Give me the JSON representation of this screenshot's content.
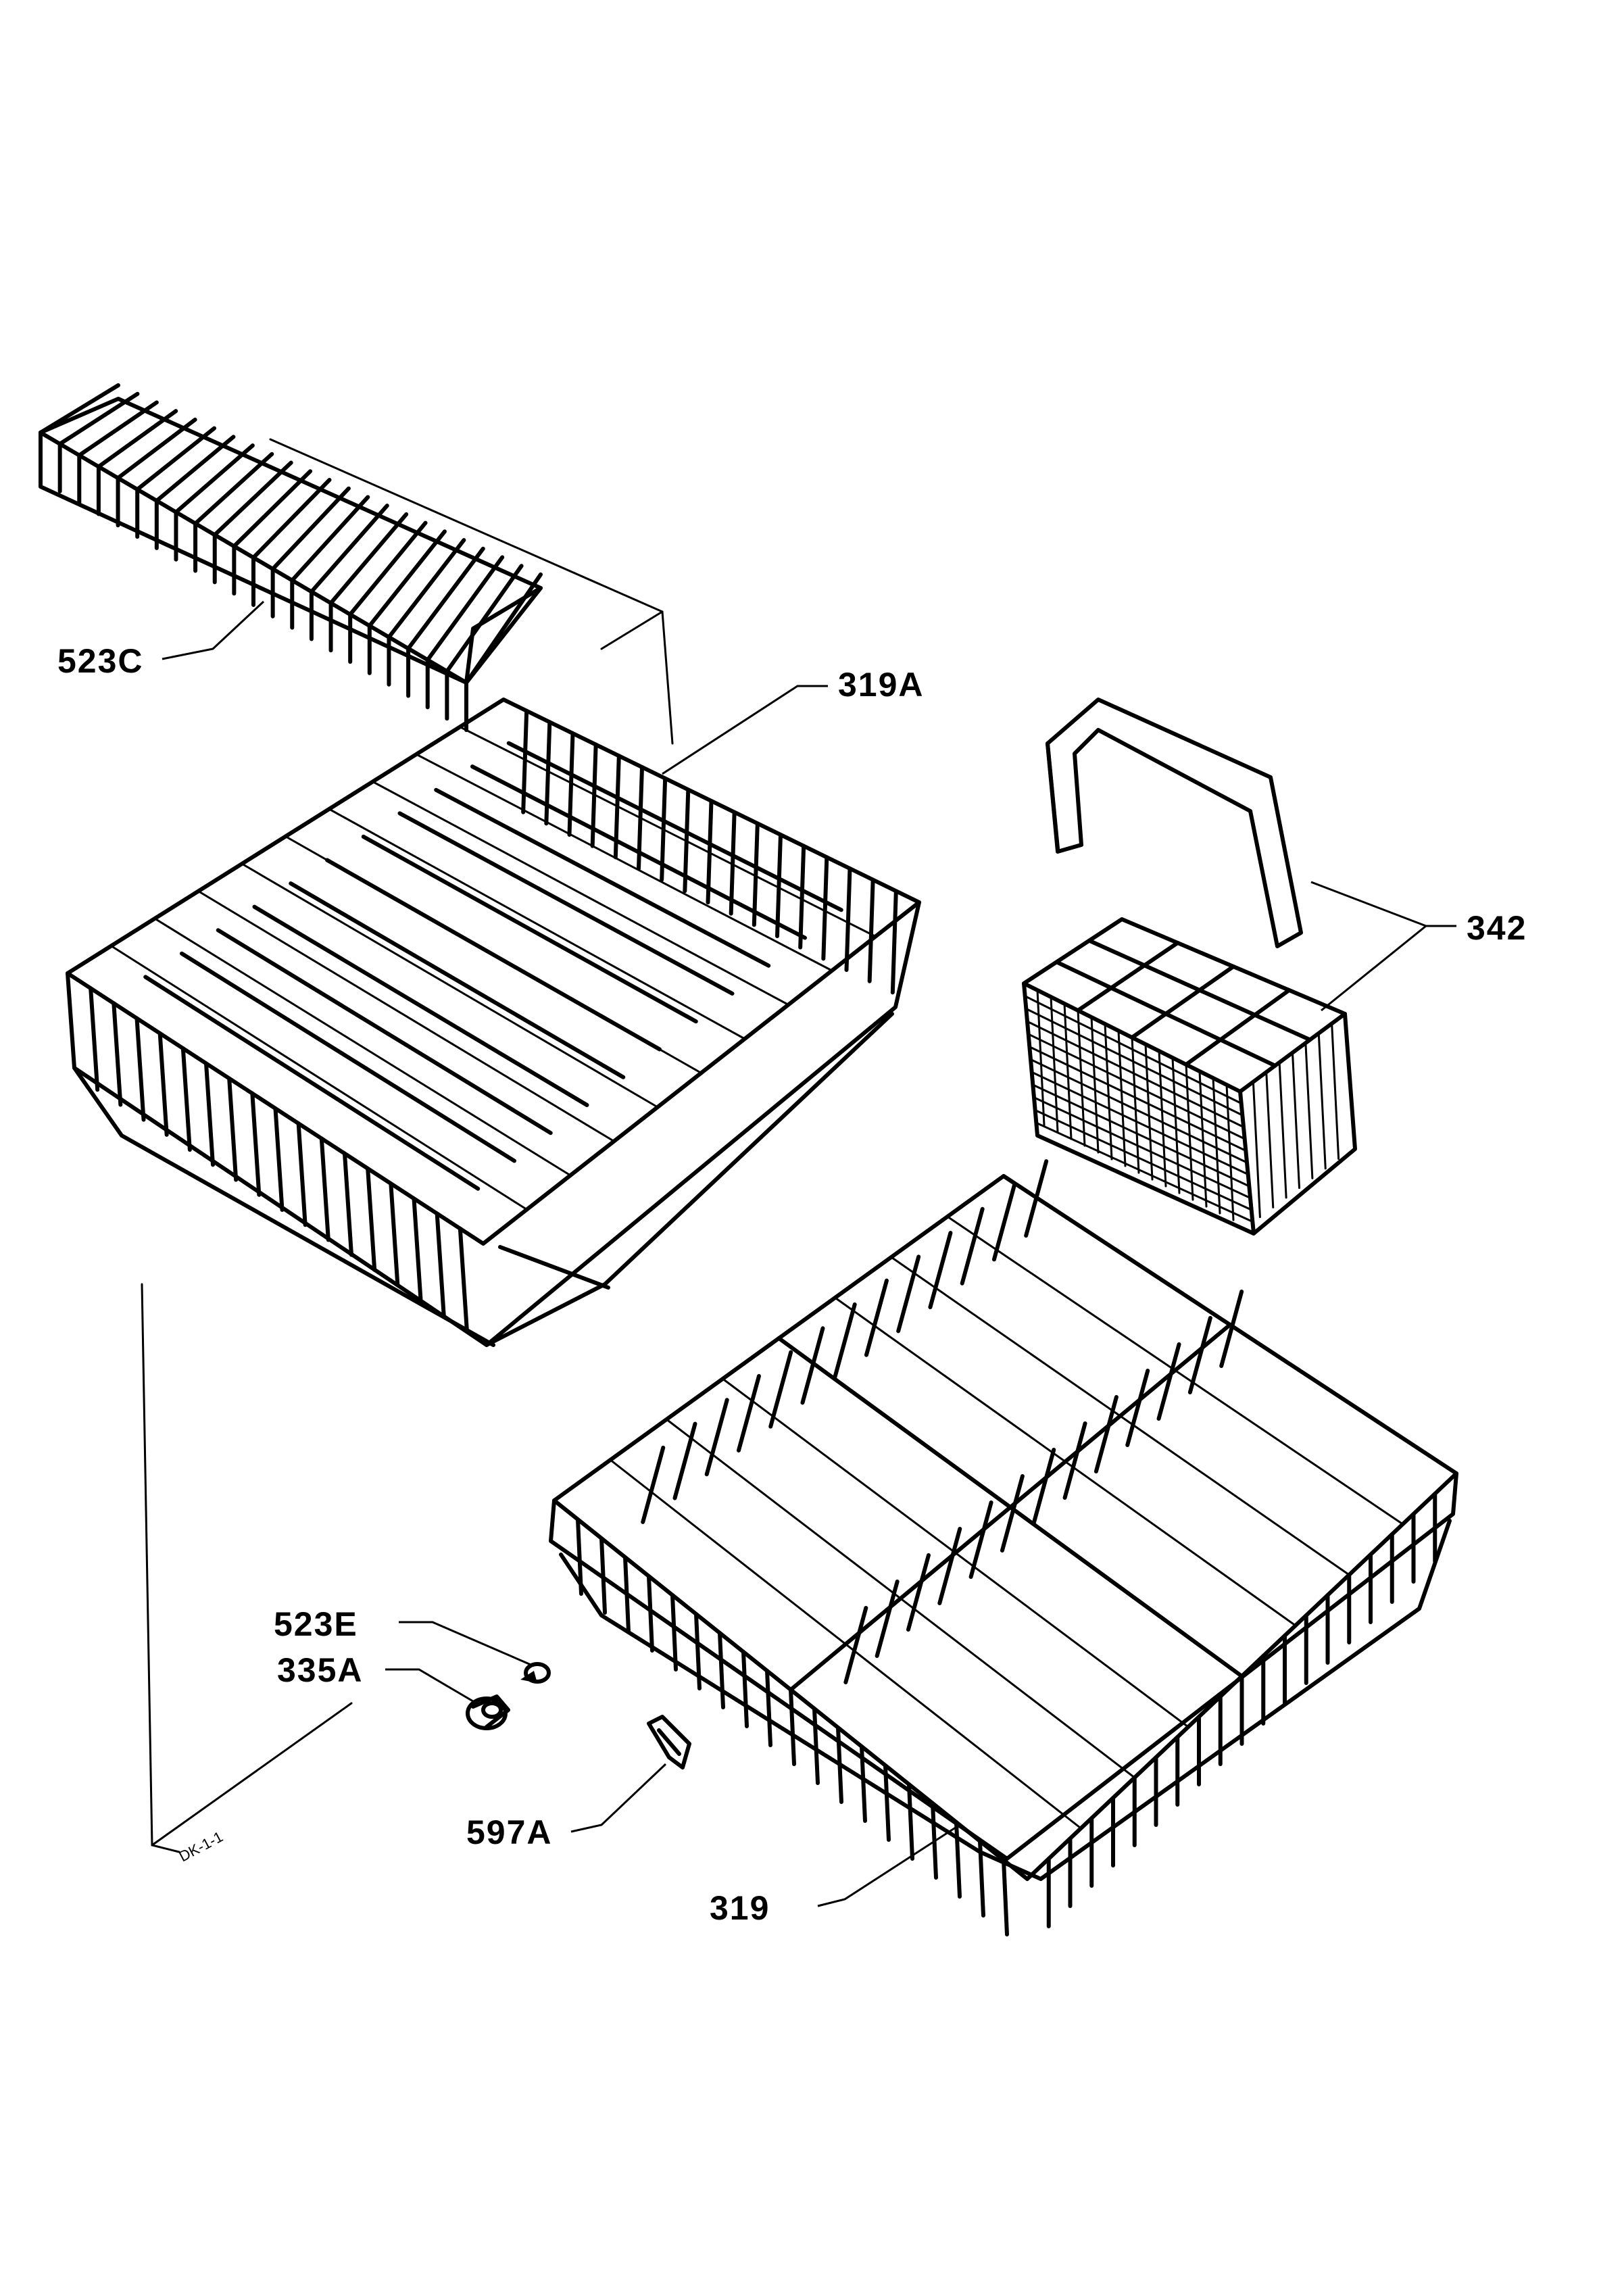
{
  "parts": [
    {
      "id": "523c",
      "label": "523C"
    },
    {
      "id": "319a",
      "label": "319A"
    },
    {
      "id": "342",
      "label": "342"
    },
    {
      "id": "523e",
      "label": "523E"
    },
    {
      "id": "335a",
      "label": "335A"
    },
    {
      "id": "597a",
      "label": "597A"
    },
    {
      "id": "319",
      "label": "319"
    }
  ],
  "drawing_code": "DK-1-1",
  "colors": {
    "ink": "#000000",
    "paper": "#ffffff"
  }
}
